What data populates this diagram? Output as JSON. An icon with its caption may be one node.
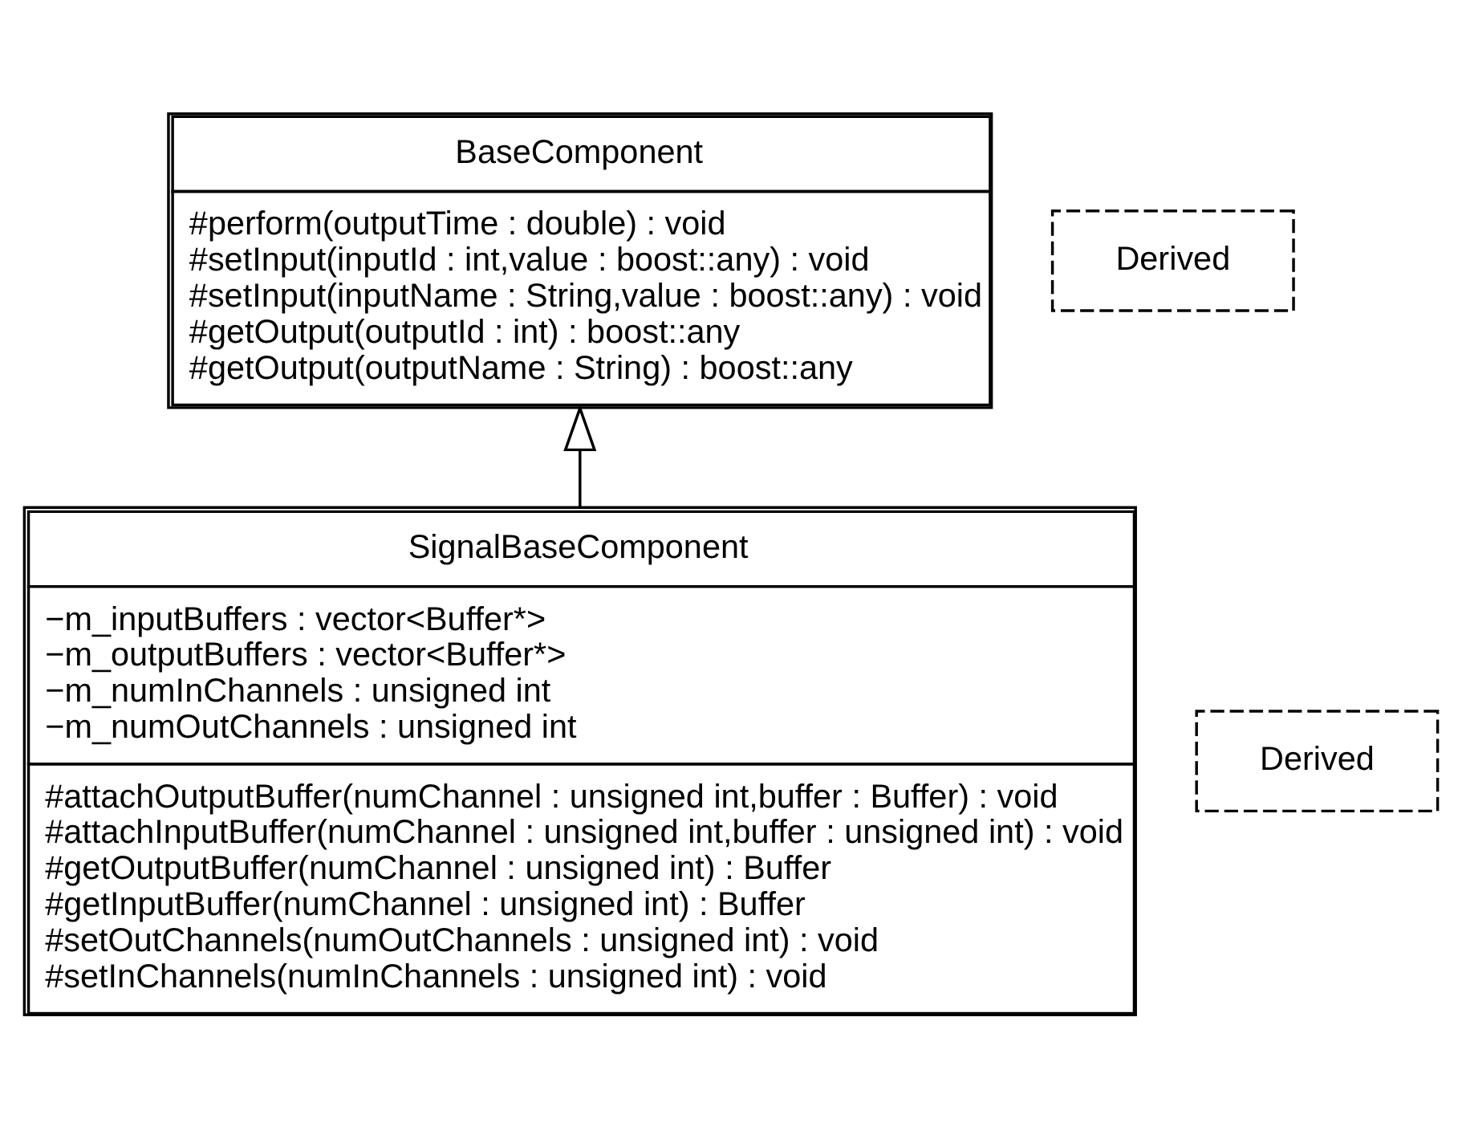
{
  "diagram": {
    "nodes": [
      {
        "text": [
          "BaseComponent",
          "#perform(outputTime : double) : void",
          "#setInput(inputId : int,value : boost::any) : void",
          "#setInput(inputName : String,value : boost::any) : void",
          "#getOutput(outputId : int) : boost::any",
          "#getOutput(outputName : String) : boost::any"
        ]
      },
      {
        "text": [
          "Derived"
        ]
      },
      {
        "text": [
          "SignalBaseComponent",
          "−m_inputBuffers : vector<Buffer*>",
          "−m_outputBuffers : vector<Buffer*>",
          "−m_numInChannels : unsigned int",
          "−m_numOutChannels : unsigned int",
          "#attachOutputBuffer(numChannel : unsigned int,buffer : Buffer) : void",
          "#attachInputBuffer(numChannel : unsigned int,buffer : unsigned int) : void",
          "#getOutputBuffer(numChannel : unsigned int) : Buffer",
          "#getInputBuffer(numChannel : unsigned int) : Buffer",
          "#setOutChannels(numOutChannels : unsigned int) : void",
          "#setInChannels(numInChannels : unsigned int) : void"
        ]
      },
      {
        "text": [
          "Derived"
        ]
      }
    ],
    "edges": [
      {
        "from": 2,
        "to": 0,
        "arrow": "to"
      }
    ]
  }
}
